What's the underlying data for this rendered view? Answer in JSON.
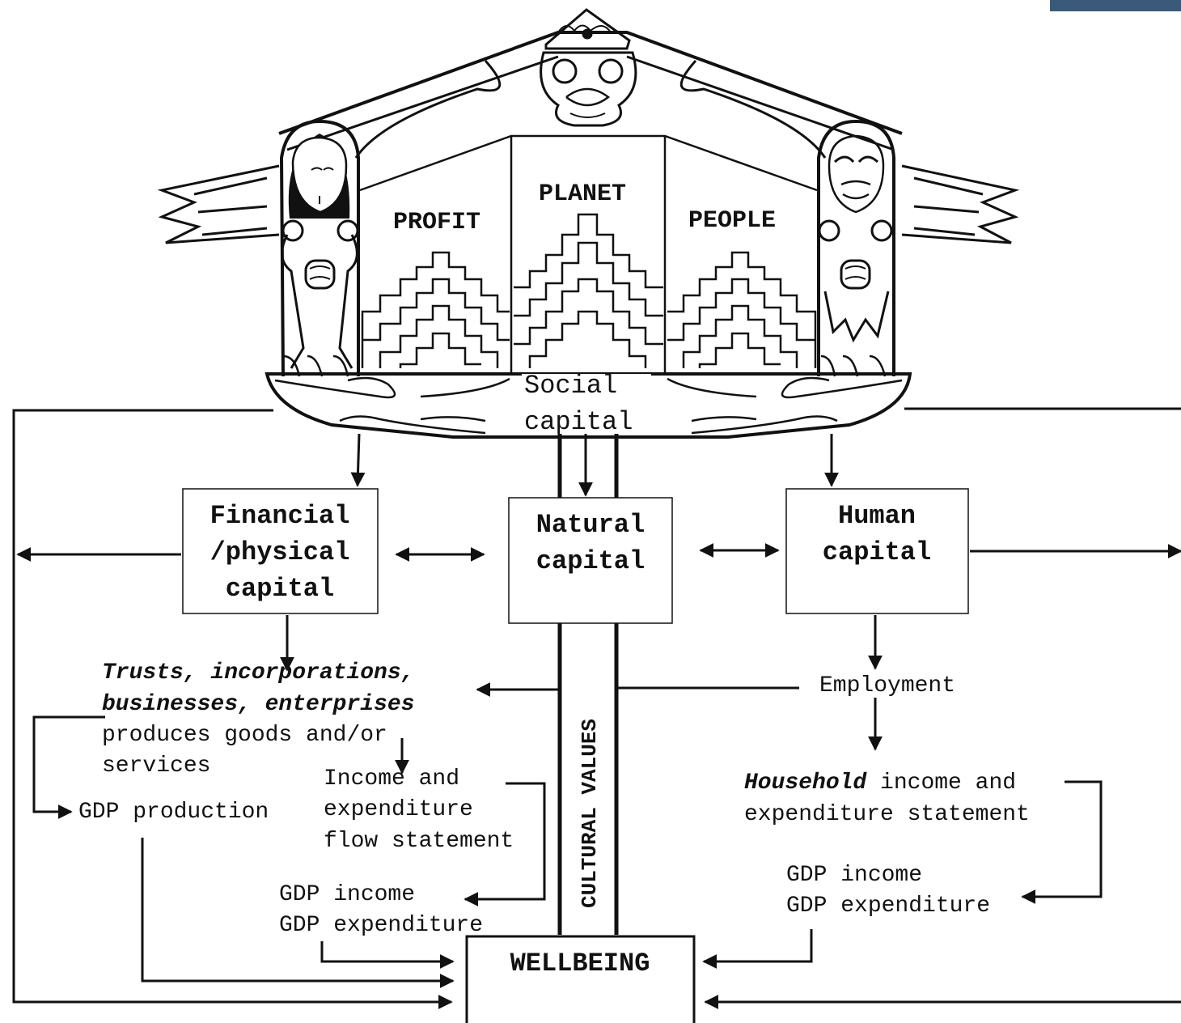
{
  "house": {
    "panel_left": "PROFIT",
    "panel_center": "PLANET",
    "panel_right": "PEOPLE",
    "base_line1": "Social",
    "base_line2": "capital"
  },
  "boxes": {
    "financial": [
      "Financial",
      "/physical",
      "capital"
    ],
    "natural": [
      "Natural",
      "capital"
    ],
    "human": [
      "Human",
      "capital"
    ],
    "wellbeing": "WELLBEING"
  },
  "pillar": {
    "label": "CULTURAL VALUES"
  },
  "left_flow": {
    "trusts_line1": "Trusts, incorporations,",
    "trusts_line2": "businesses, enterprises",
    "produces_line1": "produces goods and/or",
    "produces_line2": "services",
    "gdp_production": "GDP production",
    "statement": [
      "Income and",
      "expenditure",
      "flow statement"
    ],
    "gdp_income": "GDP income",
    "gdp_expenditure": "GDP expenditure"
  },
  "right_flow": {
    "employment": "Employment",
    "household_bold": "Household",
    "household_rest": " income and",
    "statement_line2": "expenditure statement",
    "gdp_income": "GDP income",
    "gdp_expenditure": "GDP expenditure"
  },
  "colors": {
    "ink": "#111111",
    "background": "#ffffff"
  }
}
